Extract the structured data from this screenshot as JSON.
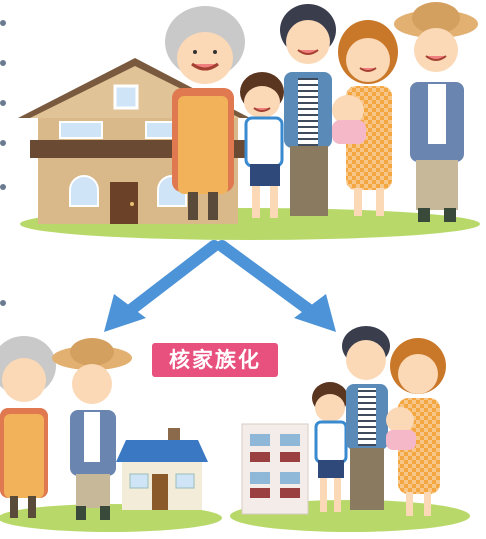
{
  "label": {
    "text": "核家族化"
  },
  "colors": {
    "arrow": "#4c93d8",
    "label_bg": "#e8507e",
    "grass": "#b8d96a",
    "house_wall": "#d9b989",
    "house_roof": "#7a5a3e",
    "blue_roof": "#3b78c4",
    "apartment": "#f3ece8"
  },
  "scenes": {
    "top": "extended-family-with-house",
    "bottom_left": "elderly-couple-with-small-house",
    "bottom_right": "young-family-with-apartment"
  }
}
